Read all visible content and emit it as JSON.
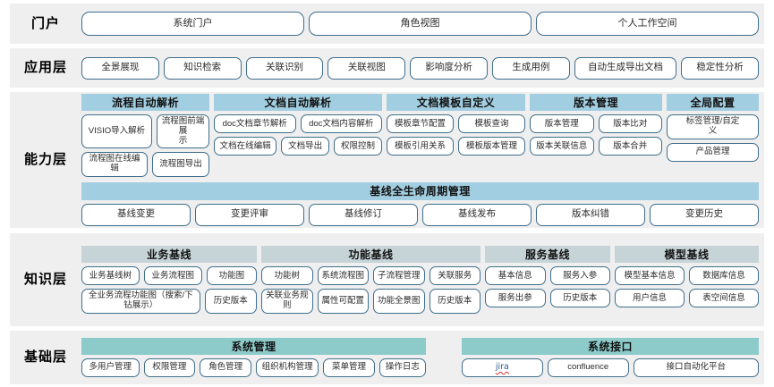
{
  "diagram": {
    "title": "分层架构图",
    "colors": {
      "band_bg": "#efefef",
      "tile_border": "#3f6e8c",
      "group_header_blue": "#a2cee1",
      "group_header_grayblue": "#c6d4d7",
      "group_header_teal": "#8dcbca",
      "page_bg": "#ffffff"
    }
  },
  "layers": [
    {
      "id": "portal",
      "label": "门户",
      "items": [
        "系统门户",
        "角色视图",
        "个人工作空间"
      ]
    },
    {
      "id": "application",
      "label": "应用层",
      "items": [
        "全景展现",
        "知识检索",
        "关联识别",
        "关联视图",
        "影响度分析",
        "生成用例",
        "自动生成导出文档",
        "稳定性分析"
      ]
    },
    {
      "id": "capability",
      "label": "能力层",
      "groups": [
        {
          "header": "流程自动解析",
          "rows": [
            [
              "VISIO导入解析",
              "流程图前端展\n示"
            ],
            [
              "流程图在线编辑",
              "流程图导出"
            ]
          ]
        },
        {
          "header": "文档自动解析",
          "rows": [
            [
              "doc文档章节解析",
              "doc文档内容解析"
            ],
            [
              "文档在线编辑",
              "文档导出",
              "权限控制"
            ]
          ]
        },
        {
          "header": "文档模板自定义",
          "rows": [
            [
              "模板章节配置",
              "模板查询"
            ],
            [
              "模板引用关系",
              "模板版本管理"
            ]
          ]
        },
        {
          "header": "版本管理",
          "rows": [
            [
              "版本管理",
              "版本比对"
            ],
            [
              "版本关联信息",
              "版本合并"
            ]
          ]
        },
        {
          "header": "全局配置",
          "rows": [
            [
              "标签管理/自定\n义"
            ],
            [
              "产品管理"
            ]
          ]
        }
      ],
      "fullband": {
        "header": "基线全生命周期管理",
        "items": [
          "基线变更",
          "变更评审",
          "基线修订",
          "基线发布",
          "版本纠错",
          "变更历史"
        ]
      }
    },
    {
      "id": "knowledge",
      "label": "知识层",
      "groups": [
        {
          "header": "业务基线",
          "rows": [
            [
              "业务基线树",
              "业务流程图",
              "功能图"
            ],
            [
              "全业务流程功能图（搜索/下\n钻展示）",
              "历史版本"
            ]
          ]
        },
        {
          "header": "功能基线",
          "rows": [
            [
              "功能树",
              "系统流程图",
              "子流程管理",
              "关联服务"
            ],
            [
              "关联业务规则",
              "属性可配置",
              "功能全景图",
              "历史版本"
            ]
          ]
        },
        {
          "header": "服务基线",
          "rows": [
            [
              "基本信息",
              "服务入参"
            ],
            [
              "服务出参",
              "历史版本"
            ]
          ]
        },
        {
          "header": "模型基线",
          "rows": [
            [
              "模型基本信息",
              "数据库信息"
            ],
            [
              "用户信息",
              "表空间信息"
            ]
          ]
        }
      ]
    },
    {
      "id": "foundation",
      "label": "基础层",
      "groups": [
        {
          "header": "系统管理",
          "rows": [
            [
              "多用户管理",
              "权限管理",
              "角色管理",
              "组织机构管理",
              "菜单管理",
              "操作日志"
            ]
          ]
        },
        {
          "header": "系统接口",
          "rows": [
            [
              "jira",
              "confluence",
              "接口自动化平台"
            ]
          ]
        }
      ]
    }
  ]
}
